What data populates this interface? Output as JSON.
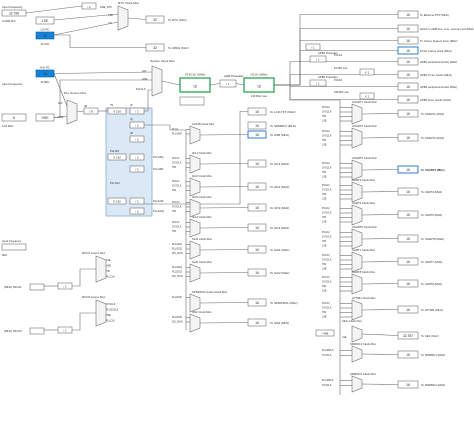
{
  "inputs": {
    "lse_freq_label": "Input frequency",
    "lse_freq_value": "32.768",
    "lse_freq_unit": "0-1000 KHz",
    "hse_freq_label": "Input frequency",
    "hse_freq_value": "8",
    "hse_freq_unit": "4-26 MHz",
    "i2s_freq_label": "Input frequency",
    "i2s_freq_unit": "MHz",
    "lse": "LSE",
    "lsi_rc": "LSI RC",
    "lsi_value": "32",
    "hsi_rc": "HSI RC",
    "hsi_value": "16",
    "hsi_unit": "16 MHz",
    "hse": "HSE",
    "hse_rtc": "HSE_RTC",
    "lsi_khz": "32 KHz",
    "mco1": "(MHz) MCO1",
    "mco2": "(MHz) MCO2"
  },
  "rtc": {
    "mux_title": "RTC Clock Mux",
    "div_value": "/ 2",
    "hse_rtc": "HSE_RTC",
    "lse": "LSE",
    "lsi": "LSI",
    "out1_value": "32",
    "out1_label": "To RTC (KHz)",
    "out2_value": "32",
    "out2_label": "To IWDG (KHz)"
  },
  "system": {
    "system_mux_title": "System Clock Mux",
    "pll_source_title": "PLL Source Mux",
    "hsi": "HSI",
    "hse": "HSE",
    "pllclk": "PLLCLK",
    "sysclk_label": "SYSCLK (MHz)",
    "sysclk_value": "16",
    "ahb_title": "AHB Prescaler",
    "ahb_div": "/ 1",
    "hclk_label": "HCLK (MHz)",
    "hclk_value": "16",
    "hclk_note": "216 MHz max",
    "enable_css": "Enable CSS",
    "pllm_label": "/M",
    "pllm_value": "/ 8",
    "plln_label": "*N",
    "plln_value": "X 216",
    "pllp_label": "/P",
    "pllp_value": "/ 2",
    "pllq_label": "/Q",
    "pllq_value": "/ 2",
    "pllr_label": "/R",
    "pllr_value": "/ 2",
    "plli2s_label": "PLLI2S",
    "plli2sq": "PLLI2SQ",
    "plli2sr": "PLLI2SR",
    "pllsai_label": "PLLSAI",
    "pllsaip": "PLLSAIP",
    "pllsaiq": "PLLSAIQ",
    "plli2s_n": "X 192",
    "plli2s_div": "/ 2",
    "pllsai_n": "X 192",
    "pllsai_div": "/ 2",
    "pllsai_divq": "/ 2"
  },
  "outputs_top": [
    {
      "value": "16",
      "label": "To Ethernet PTP (MHz)"
    },
    {
      "value": "16",
      "label": "HCLK to AHB bus, core, memory and DMA (MHz)"
    },
    {
      "value": "16",
      "label": "To Cortex System timer (MHz)"
    },
    {
      "value": "16",
      "label": "FCLK Cortex clock (MHz)"
    },
    {
      "value": "16",
      "label": "APB1 peripheral clocks (MHz)"
    },
    {
      "value": "16",
      "label": "APB1 Timer clocks (MHz)"
    },
    {
      "value": "16",
      "label": "APB2 peripheral clocks (MHz)"
    },
    {
      "value": "16",
      "label": "APB2 timer clocks (MHz)"
    }
  ],
  "apb": {
    "apb1_title": "APB1 Prescaler",
    "apb1_div": "/ 1",
    "apb1_note": "PCLK1",
    "apb1_max": "54 MHz max",
    "apb1_timer_mul": "X 1",
    "apb2_title": "APB2 Prescaler",
    "apb2_div": "/ 1",
    "apb2_note": "PCLK2",
    "apb2_max": "108 MHz max",
    "apb2_timer_mul": "X 1",
    "cortex_div": "/ 1"
  },
  "mid_muxes": [
    {
      "title": "CLK48 Clock Mux",
      "out_value": "16",
      "out_label": "To USB (MHz)",
      "inputs": [
        "PLLQ",
        "PLLSAIP"
      ]
    },
    {
      "title": "I2C1 Clock Mux",
      "out_value": "16",
      "out_label": "To I2C1 (MHz)",
      "inputs": [
        "PCLK1",
        "SYSCLK",
        "HSI"
      ]
    },
    {
      "title": "I2C2 Clock Mux",
      "out_value": "16",
      "out_label": "To I2C2 (MHz)",
      "inputs": [
        "PCLK1",
        "SYSCLK",
        "HSI"
      ]
    },
    {
      "title": "I2C3 Clock Mux",
      "out_value": "16",
      "out_label": "To I2C3 (MHz)",
      "inputs": [
        "PCLK1",
        "SYSCLK",
        "HSI"
      ]
    },
    {
      "title": "I2C4 Clock Mux",
      "out_value": "16",
      "out_label": "To I2C4 (MHz)",
      "inputs": [
        "PCLK1",
        "SYSCLK",
        "HSI"
      ]
    },
    {
      "title": "SAI1 Clock Mux",
      "out_value": "16",
      "out_label": "To SAI1 (MHz)",
      "inputs": [
        "PLLSAIQ",
        "PLLI2SQ",
        "I2S_CKIN"
      ]
    },
    {
      "title": "SAI2 Clock Mux",
      "out_value": "16",
      "out_label": "To SAI2 (MHz)",
      "inputs": [
        "PLLSAIQ",
        "PLLI2SQ",
        "I2S_CKIN"
      ]
    },
    {
      "title": "SPDIFRX1 Audio Clock Mux",
      "out_value": "16",
      "out_label": "To SPDIFRX1 (MHz)",
      "inputs": [
        "PLLI2SP"
      ]
    },
    {
      "title": "I2S2 Clock Mux",
      "out_value": "16",
      "out_label": "To I2S2 (MHz)",
      "inputs": [
        "PLLI2SR",
        "I2S_CKIN"
      ]
    }
  ],
  "lcd": {
    "value": "16",
    "label": "To LCD-TFT (MHz)"
  },
  "sdmmc_head": {
    "value": "16",
    "label": "To SDMMC2 (MHz)"
  },
  "usart_muxes": [
    {
      "title": "USART1 Clock Mux",
      "out_value": "16",
      "out_label": "To USART1 (MHz)"
    },
    {
      "title": "USART2 Clock Mux",
      "out_value": "16",
      "out_label": "To USART2 (MHz)"
    },
    {
      "title": "USART3 Clock Mux",
      "out_value": "16",
      "out_label": "To USART3 (MHz)"
    },
    {
      "title": "UART4 Clock Mux",
      "out_value": "16",
      "out_label": "To UART4 (MHz)"
    },
    {
      "title": "UART5 Clock Mux",
      "out_value": "16",
      "out_label": "To UART5 (MHz)"
    },
    {
      "title": "USART6 Clock Mux",
      "out_value": "16",
      "out_label": "To USART6 (MHz)"
    },
    {
      "title": "UART7 Clock Mux",
      "out_value": "16",
      "out_label": "To UART7 (MHz)"
    },
    {
      "title": "UART8 Clock Mux",
      "out_value": "16",
      "out_label": "To UART8 (MHz)"
    },
    {
      "title": "LPTIM1 Clock Mux",
      "out_value": "16",
      "out_label": "To LPTIM1 (MHz)"
    }
  ],
  "usart_inputs": [
    "PCLK2",
    "SYSCLK",
    "HSI",
    "LSE"
  ],
  "cec": {
    "title": "CEC Clock Mux",
    "div": "/ 488",
    "lse": "LSE",
    "value": "32.787",
    "label": "To CEC (KHz)"
  },
  "sdmmc1": {
    "title": "SDMMC1 Clock Mux",
    "out_value": "16",
    "out_label": "To SDMMC1 (MHz)",
    "inputs": [
      "PLL48CLK",
      "SYSCLK"
    ]
  },
  "sdmmc2": {
    "title": "SDMMC2 Clock Mux",
    "out_value": "16",
    "out_label": "To SDMMC2 (MHz)",
    "inputs": [
      "PLL48CLK",
      "SYSCLK"
    ]
  },
  "mco1_mux": {
    "title": "MCO1 source Mux",
    "div": "/ 1",
    "inputs": [
      "LSE",
      "HSE",
      "HSI",
      "PLLCLK"
    ]
  },
  "mco2_mux": {
    "title": "MCO2 source Mux",
    "div": "/ 1",
    "inputs": [
      "SYSCLK",
      "PLLI2SCLK",
      "HSE",
      "PLLCLK"
    ]
  },
  "colors": {
    "accent_blue": "#1583d9",
    "highlight_green": "#2ea44f",
    "pll_fill": "#dbe9f7"
  }
}
